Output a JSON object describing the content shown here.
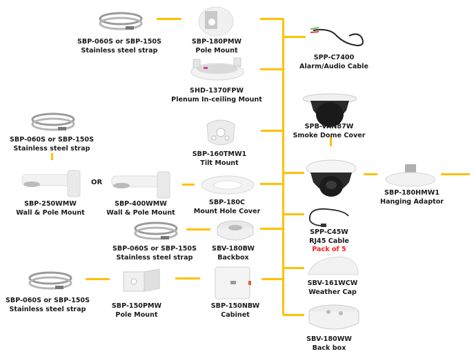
{
  "title": "Camera accessory compatibility diagram",
  "connector_color": "#ffc000",
  "items": [
    {
      "id": "strap-top",
      "model": "SBP-060S or SBP-150S",
      "desc": "Stainless steel strap",
      "icon": "steel-strap"
    },
    {
      "id": "pole-mount-180",
      "model": "SBP-180PMW",
      "desc": "Pole Mount",
      "icon": "pole-mount"
    },
    {
      "id": "plenum",
      "model": "SHD-1370FPW",
      "desc": "Plenum In-ceiling Mount",
      "icon": "in-ceiling-mount"
    },
    {
      "id": "alarm-cable",
      "model": "SPP-C7400",
      "desc": "Alarm/Audio Cable",
      "icon": "cable"
    },
    {
      "id": "smoke-dome",
      "model": "SPB-VAN87W",
      "desc": "Smoke Dome Cover",
      "icon": "dome-cover"
    },
    {
      "id": "strap-left",
      "model": "SBP-060S or SBP-150S",
      "desc": "Stainless steel strap",
      "icon": "steel-strap"
    },
    {
      "id": "tilt-mount",
      "model": "SBP-160TMW1",
      "desc": "Tilt Mount",
      "icon": "tilt-mount"
    },
    {
      "id": "wall-250",
      "model": "SBP-250WMW",
      "desc": "Wall & Pole Mount",
      "icon": "wall-mount"
    },
    {
      "id": "wall-400",
      "model": "SBP-400WMW",
      "desc": "Wall & Pole Mount",
      "icon": "wall-mount"
    },
    {
      "id": "hole-cover",
      "model": "SBP-180C",
      "desc": "Mount Hole Cover",
      "icon": "ring-cover"
    },
    {
      "id": "camera",
      "model": "",
      "desc": "",
      "icon": "dome-camera"
    },
    {
      "id": "hanging",
      "model": "SBP-180HMW1",
      "desc": "Hanging Adaptor",
      "icon": "hanging-adaptor"
    },
    {
      "id": "rj45",
      "model": "SPP-C45W",
      "desc": "RJ45 Cable",
      "note": "Pack of 5",
      "icon": "cable"
    },
    {
      "id": "strap-mid",
      "model": "SBP-060S or SBP-150S",
      "desc": "Stainless steel strap",
      "icon": "steel-strap"
    },
    {
      "id": "backbox-180",
      "model": "SBV-180BW",
      "desc": "Backbox",
      "icon": "backbox"
    },
    {
      "id": "weather-cap",
      "model": "SBV-161WCW",
      "desc": "Weather Cap",
      "icon": "weather-cap"
    },
    {
      "id": "strap-bottom",
      "model": "SBP-060S or SBP-150S",
      "desc": "Stainless steel strap",
      "icon": "steel-strap"
    },
    {
      "id": "pole-mount-150",
      "model": "SBP-150PMW",
      "desc": "Pole Mount",
      "icon": "pole-mount-box"
    },
    {
      "id": "cabinet",
      "model": "SBP-150NBW",
      "desc": "Cabinet",
      "icon": "cabinet"
    },
    {
      "id": "backbox-180ww",
      "model": "SBV-180WW",
      "desc": "Back box",
      "icon": "backbox"
    }
  ],
  "or_label": "OR"
}
